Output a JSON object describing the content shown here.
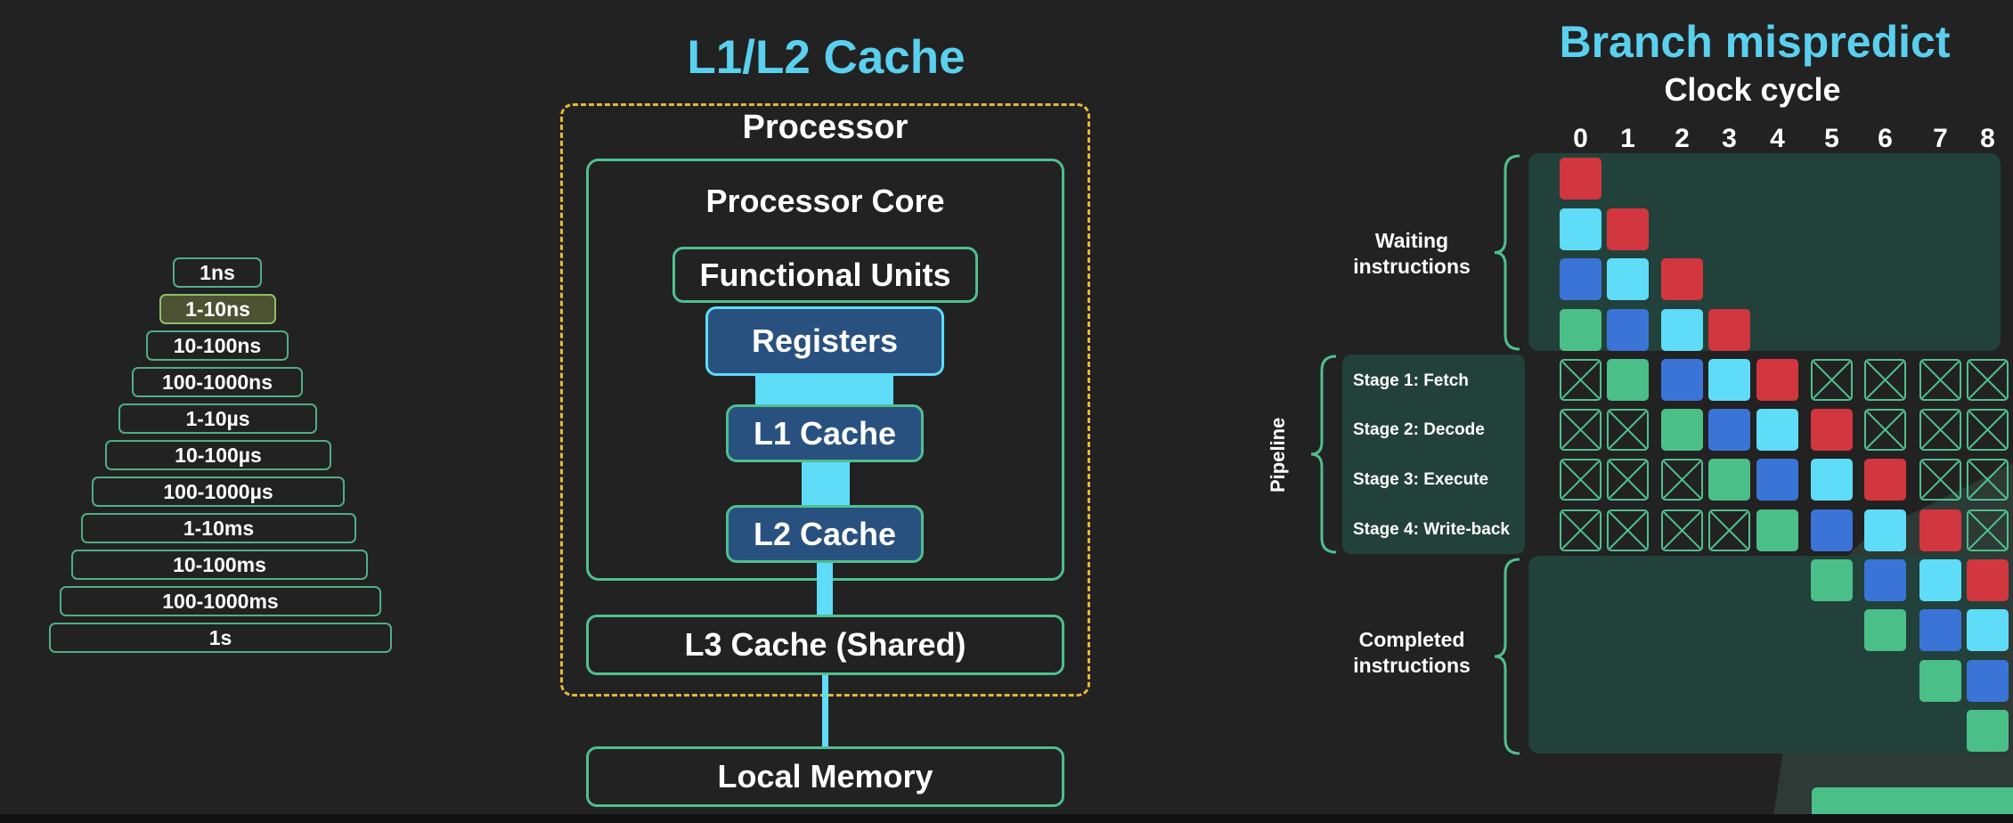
{
  "latency_pyramid": {
    "levels": [
      "1ns",
      "1-10ns",
      "10-100ns",
      "100-1000ns",
      "1-10µs",
      "10-100µs",
      "100-1000µs",
      "1-10ms",
      "10-100ms",
      "100-1000ms",
      "1s"
    ],
    "highlighted": "1-10ns"
  },
  "cache": {
    "title": "L1/L2 Cache",
    "processor": "Processor",
    "core": "Processor Core",
    "functional_units": "Functional Units",
    "registers": "Registers",
    "l1": "L1 Cache",
    "l2": "L2 Cache",
    "l3": "L3 Cache (Shared)",
    "memory": "Local Memory"
  },
  "pipeline": {
    "title": "Branch mispredict",
    "axis_label": "Clock cycle",
    "cycles": [
      "0",
      "1",
      "2",
      "3",
      "4",
      "5",
      "6",
      "7",
      "8"
    ],
    "waiting_label": "Waiting instructions",
    "pipeline_label": "Pipeline",
    "completed_label": "Completed instructions",
    "stages": [
      "Stage 1: Fetch",
      "Stage 2: Decode",
      "Stage 3: Execute",
      "Stage 4: Write-back"
    ],
    "colors": {
      "red": "#d2363f",
      "cyan": "#5fdcf7",
      "blue": "#3a74d6",
      "green": "#4bbf88"
    }
  }
}
